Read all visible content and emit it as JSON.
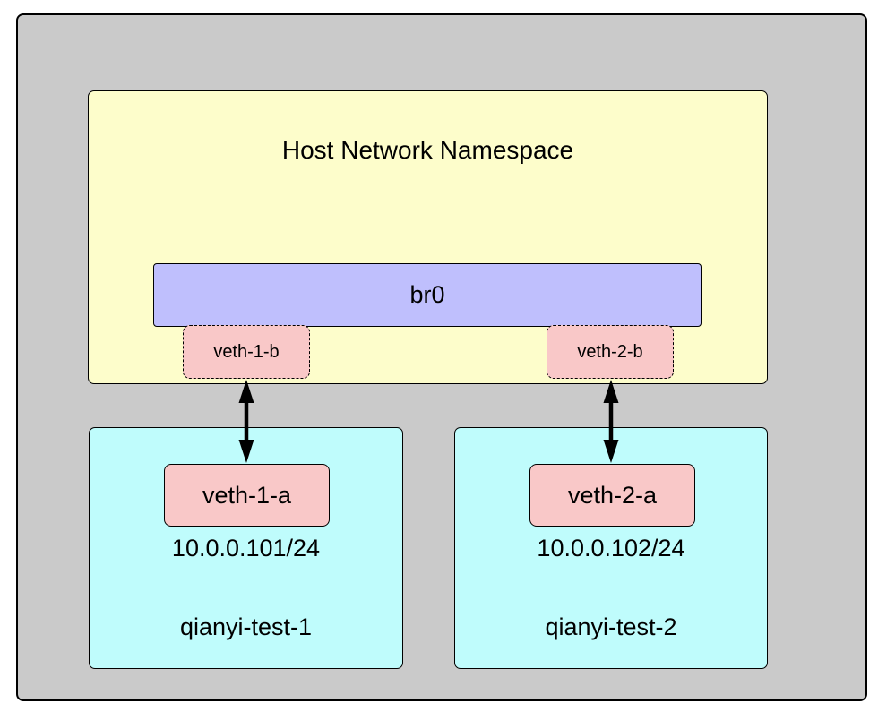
{
  "colors": {
    "canvas-bg": "#ffffff",
    "machine-fill": "#cacaca",
    "namespace-fill": "#fdfdcb",
    "bridge-fill": "#bfbffd",
    "veth-fill": "#f9c8c8",
    "container-fill": "#bffcfc",
    "line": "#000000"
  },
  "diagram": {
    "host": {
      "label": "Host Network Namespace",
      "bridge_label": "br0",
      "veths": [
        {
          "label": "veth-1-b"
        },
        {
          "label": "veth-2-b"
        }
      ]
    },
    "containers": [
      {
        "name": "qianyi-test-1",
        "veth_label": "veth-1-a",
        "ip": "10.0.0.101/24"
      },
      {
        "name": "qianyi-test-2",
        "veth_label": "veth-2-a",
        "ip": "10.0.0.102/24"
      }
    ]
  }
}
